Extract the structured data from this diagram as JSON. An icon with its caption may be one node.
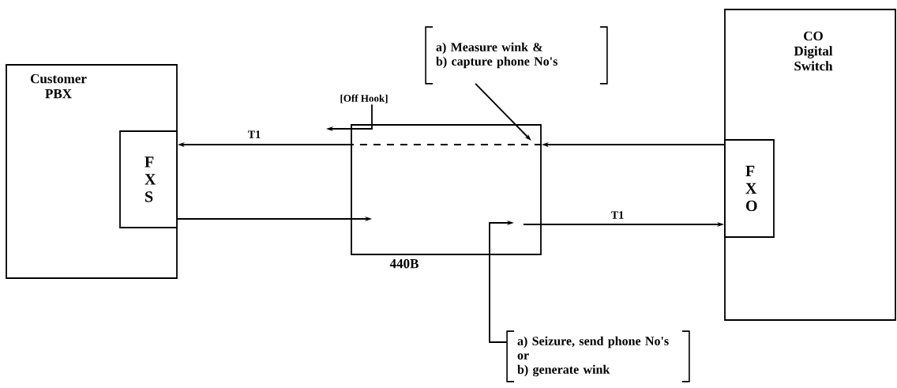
{
  "diagram": {
    "nodes": [
      {
        "text": [
          "Customer PBX"
        ]
      },
      {
        "text": [
          "F X S"
        ],
        "in": 0
      },
      {
        "text": [
          "440B"
        ]
      },
      {
        "text": [
          "CO Digital Switch"
        ]
      },
      {
        "text": [
          "F X O"
        ],
        "in": 3
      },
      {
        "text": [
          "[Off Hook]"
        ]
      },
      {
        "text": [
          "a) Measure wink &",
          "b) capture phone No's"
        ]
      },
      {
        "text": [
          "a) Seizure, send phone No's or",
          "b) generate wink"
        ]
      }
    ],
    "edges": [
      {
        "from": 4,
        "to": 2,
        "arrow": "to"
      },
      {
        "from": 2,
        "to": 1,
        "arrow": "to",
        "label": "T1"
      },
      {
        "from": 1,
        "to": 2,
        "arrow": "to"
      },
      {
        "from": 2,
        "to": 4,
        "arrow": "to",
        "label": "T1"
      },
      {
        "from": 5,
        "to": null,
        "arrow": "to"
      },
      {
        "from": 6,
        "to": 2,
        "arrow": "to"
      },
      {
        "from": 7,
        "to": 2,
        "arrow": "to"
      }
    ]
  }
}
